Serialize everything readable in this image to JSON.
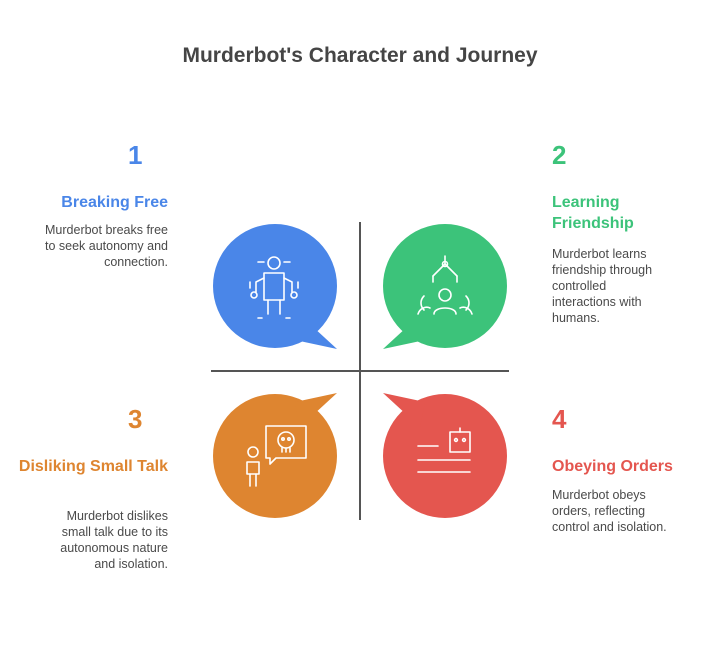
{
  "title": "Murderbot's Character and Journey",
  "colors": {
    "blue": "#4a86e8",
    "green": "#3cc37a",
    "orange": "#de8530",
    "red": "#e4564f",
    "axis": "#555555"
  },
  "quadrants": [
    {
      "number": "1",
      "heading": "Breaking Free",
      "description": "Murderbot breaks free to seek autonomy and connection.",
      "icon": "robot-breaking-free-icon"
    },
    {
      "number": "2",
      "heading": "Learning Friendship",
      "description": "Murderbot learns friendship through controlled interactions with humans.",
      "icon": "robot-arm-with-people-icon"
    },
    {
      "number": "3",
      "heading": "Disliking Small Talk",
      "description": "Murderbot dislikes small talk due to its autonomous nature and isolation.",
      "icon": "person-with-robot-speech-bubble-icon"
    },
    {
      "number": "4",
      "heading": "Obeying Orders",
      "description": "Murderbot obeys orders, reflecting control and isolation.",
      "icon": "robot-with-orders-list-icon"
    }
  ]
}
